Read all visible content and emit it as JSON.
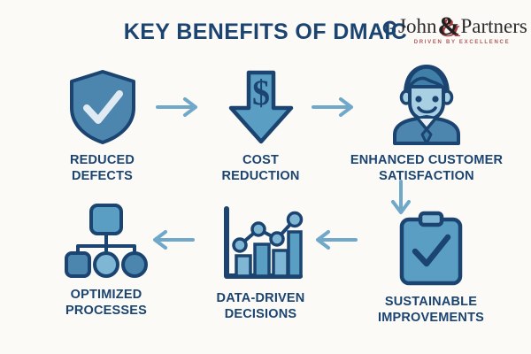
{
  "page": {
    "title": "KEY BENEFITS OF DMAIC",
    "background_color": "#fbfaf7",
    "accent_navy": "#1b4471",
    "accent_blue": "#5b9ec4",
    "accent_light_blue": "#8fc2da",
    "accent_red": "#a83b3b"
  },
  "logo": {
    "mark_icon": "circular-arrow-icon",
    "word_1": "John",
    "ampersand": "&",
    "word_2": "Partners",
    "tagline": "DRIVEN BY EXCELLENCE"
  },
  "nodes": [
    {
      "id": "reduced-defects",
      "label": "REDUCED\nDEFECTS",
      "icon": "shield-check-icon"
    },
    {
      "id": "cost-reduction",
      "label": "COST\nREDUCTION",
      "icon": "dollar-down-arrow-icon"
    },
    {
      "id": "enhanced-customer",
      "label": "ENHANCED CUSTOMER\nSATISFACTION",
      "icon": "smiling-person-icon"
    },
    {
      "id": "sustainable-improvements",
      "label": "SUSTAINABLE\nIMPROVEMENTS",
      "icon": "clipboard-check-icon"
    },
    {
      "id": "data-driven-decisions",
      "label": "DATA-DRIVEN\nDECISIONS",
      "icon": "bar-line-chart-icon"
    },
    {
      "id": "optimized-processes",
      "label": "OPTIMIZED\nPROCESSES",
      "icon": "hierarchy-org-chart-icon"
    }
  ],
  "arrows": [
    {
      "id": "arrow-1",
      "direction": "right",
      "from": "reduced-defects",
      "to": "cost-reduction"
    },
    {
      "id": "arrow-2",
      "direction": "right",
      "from": "cost-reduction",
      "to": "enhanced-customer"
    },
    {
      "id": "arrow-3",
      "direction": "down",
      "from": "enhanced-customer",
      "to": "sustainable-improvements"
    },
    {
      "id": "arrow-4",
      "direction": "left",
      "from": "sustainable-improvements",
      "to": "data-driven-decisions"
    },
    {
      "id": "arrow-5",
      "direction": "left",
      "from": "data-driven-decisions",
      "to": "optimized-processes"
    }
  ]
}
